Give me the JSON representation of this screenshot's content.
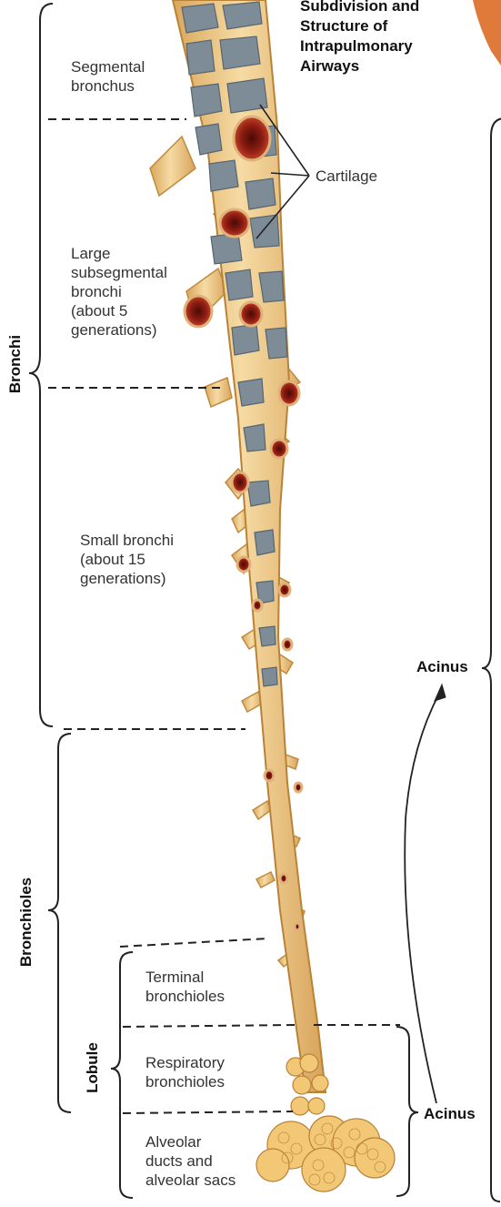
{
  "title": "Subdivision and\nStructure of\nIntrapulmonary\nAirways",
  "labels": {
    "segmental": "Segmental\nbronchus",
    "cartilage": "Cartilage",
    "large_subsegmental": "Large\nsubsegmental\nbronchi\n(about 5\ngenerations)",
    "small_bronchi": "Small bronchi\n(about 15\ngenerations)",
    "terminal": "Terminal\nbronchioles",
    "respiratory": "Respiratory\nbronchioles",
    "alveolar": "Alveolar\nducts and\nalveolar sacs"
  },
  "groups": {
    "bronchi": "Bronchi",
    "bronchioles": "Bronchioles",
    "lobule": "Lobule",
    "acinus_upper": "Acinus",
    "acinus_lower": "Acinus"
  },
  "colors": {
    "airway_wall": "#eec98a",
    "airway_outline": "#c9964a",
    "cartilage": "#7d8c96",
    "cartilage_outline": "#566670",
    "lumen": "#8f1d12",
    "line": "#222222"
  }
}
